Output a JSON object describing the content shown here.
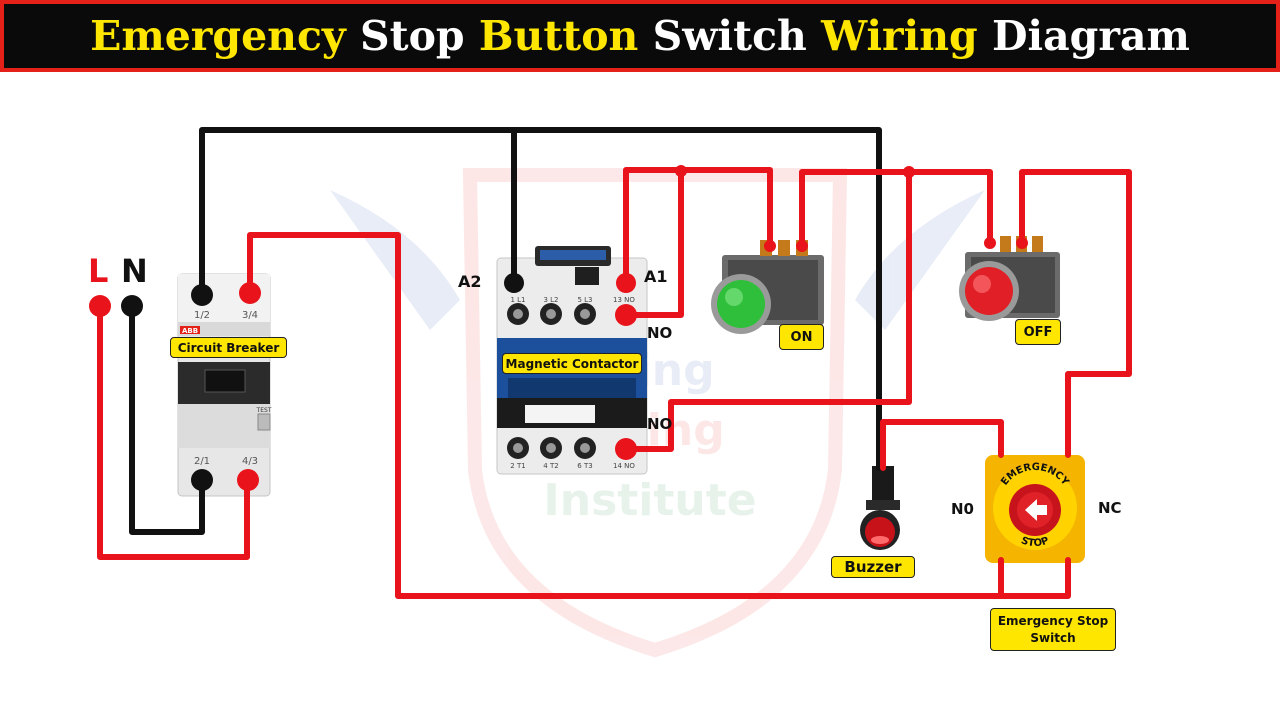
{
  "title": {
    "w1": "Emergency",
    "w2": "Stop",
    "w3": "Button",
    "w4": "Switch",
    "w5": "Wiring",
    "w6": "Diagram"
  },
  "supply": {
    "line": "L",
    "neutral": "N"
  },
  "breaker": {
    "label": "Circuit Breaker",
    "brand": "ABB",
    "t_top_left": "1/2",
    "t_top_right": "3/4",
    "t_bot_left": "2/1",
    "t_bot_right": "4/3",
    "test": "TEST"
  },
  "contactor": {
    "label": "Magnetic Contactor",
    "a1": "A1",
    "a2": "A2",
    "no_top": "NO",
    "no_bottom": "NO",
    "top_terms": [
      "1 L1",
      "3 L2",
      "5 L3",
      "13 NO"
    ],
    "bot_terms": [
      "2 T1",
      "4 T2",
      "6 T3",
      "14 NO"
    ]
  },
  "on_button": {
    "label": "ON"
  },
  "off_button": {
    "label": "OFF"
  },
  "buzzer": {
    "label": "Buzzer"
  },
  "estop": {
    "label_line1": "Emergency Stop",
    "label_line2": "Switch",
    "no": "N0",
    "nc": "NC",
    "text_top": "EMERGENCY",
    "text_bottom": "STOP"
  },
  "watermark": {
    "line1": "ning",
    "line2": "ering",
    "line3": "Institute"
  },
  "colors": {
    "wire_red": "#e8131b",
    "wire_black": "#111111",
    "label_yellow": "#ffe600",
    "title_red": "#e32119"
  }
}
